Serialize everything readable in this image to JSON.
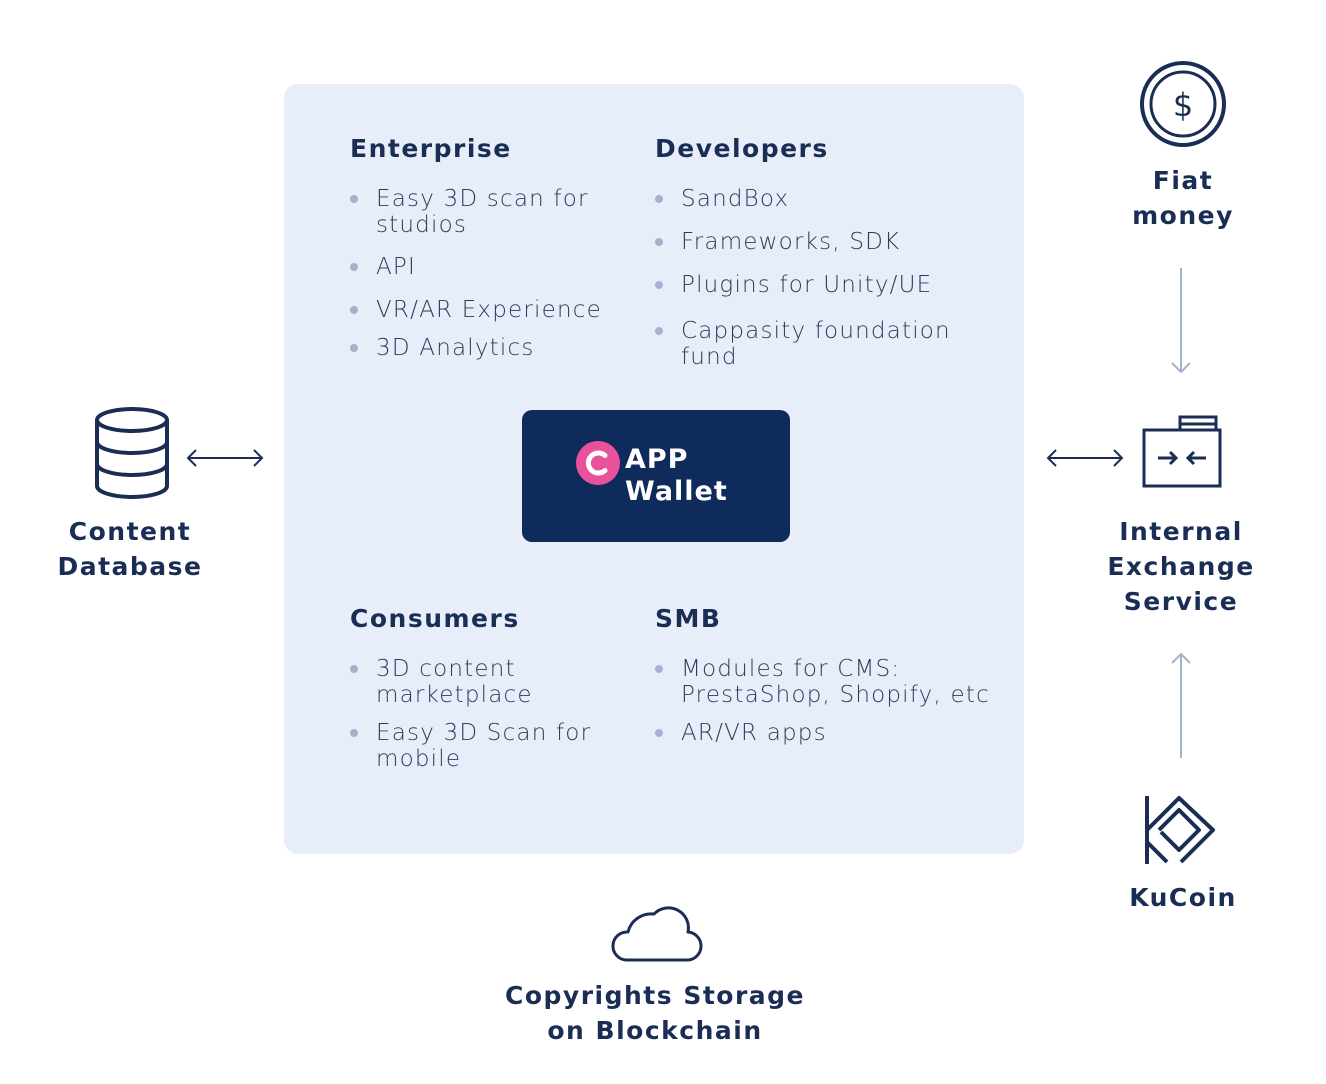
{
  "panel": {
    "sections": {
      "enterprise": {
        "title": "Enterprise",
        "items": [
          "Easy 3D scan for studios",
          "API",
          "VR/AR Experience",
          "3D Analytics"
        ]
      },
      "developers": {
        "title": "Developers",
        "items": [
          "SandBox",
          "Frameworks, SDK",
          "Plugins for Unity/UE",
          "Cappasity foundation fund"
        ]
      },
      "consumers": {
        "title": "Consumers",
        "items": [
          "3D content marketplace",
          "Easy 3D Scan for mobile"
        ]
      },
      "smb": {
        "title": "SMB",
        "items": [
          "Modules for CMS: PrestaShop, Shopify, etc",
          "AR/VR apps"
        ]
      }
    },
    "wallet": {
      "line1": "APP",
      "line2": "Wallet"
    }
  },
  "nodes": {
    "content_database": [
      "Content",
      "Database"
    ],
    "fiat_money": [
      "Fiat",
      "money"
    ],
    "internal_exchange": [
      "Internal",
      "Exchange",
      "Service"
    ],
    "kucoin": [
      "KuCoin"
    ],
    "copyrights": [
      "Copyrights Storage",
      "on Blockchain"
    ]
  },
  "icons": {
    "database": "database-icon",
    "dollar": "dollar-coin-icon",
    "exchange": "exchange-folder-icon",
    "kucoin": "kucoin-logo-icon",
    "cloud": "cloud-icon",
    "logo": "cappasity-logo-icon"
  },
  "colors": {
    "navy": "#1a2e55",
    "panel": "#e7eef9",
    "wallet": "#0f2b5c",
    "accent": "#e8529c",
    "arrow": "#a3b3cc"
  }
}
